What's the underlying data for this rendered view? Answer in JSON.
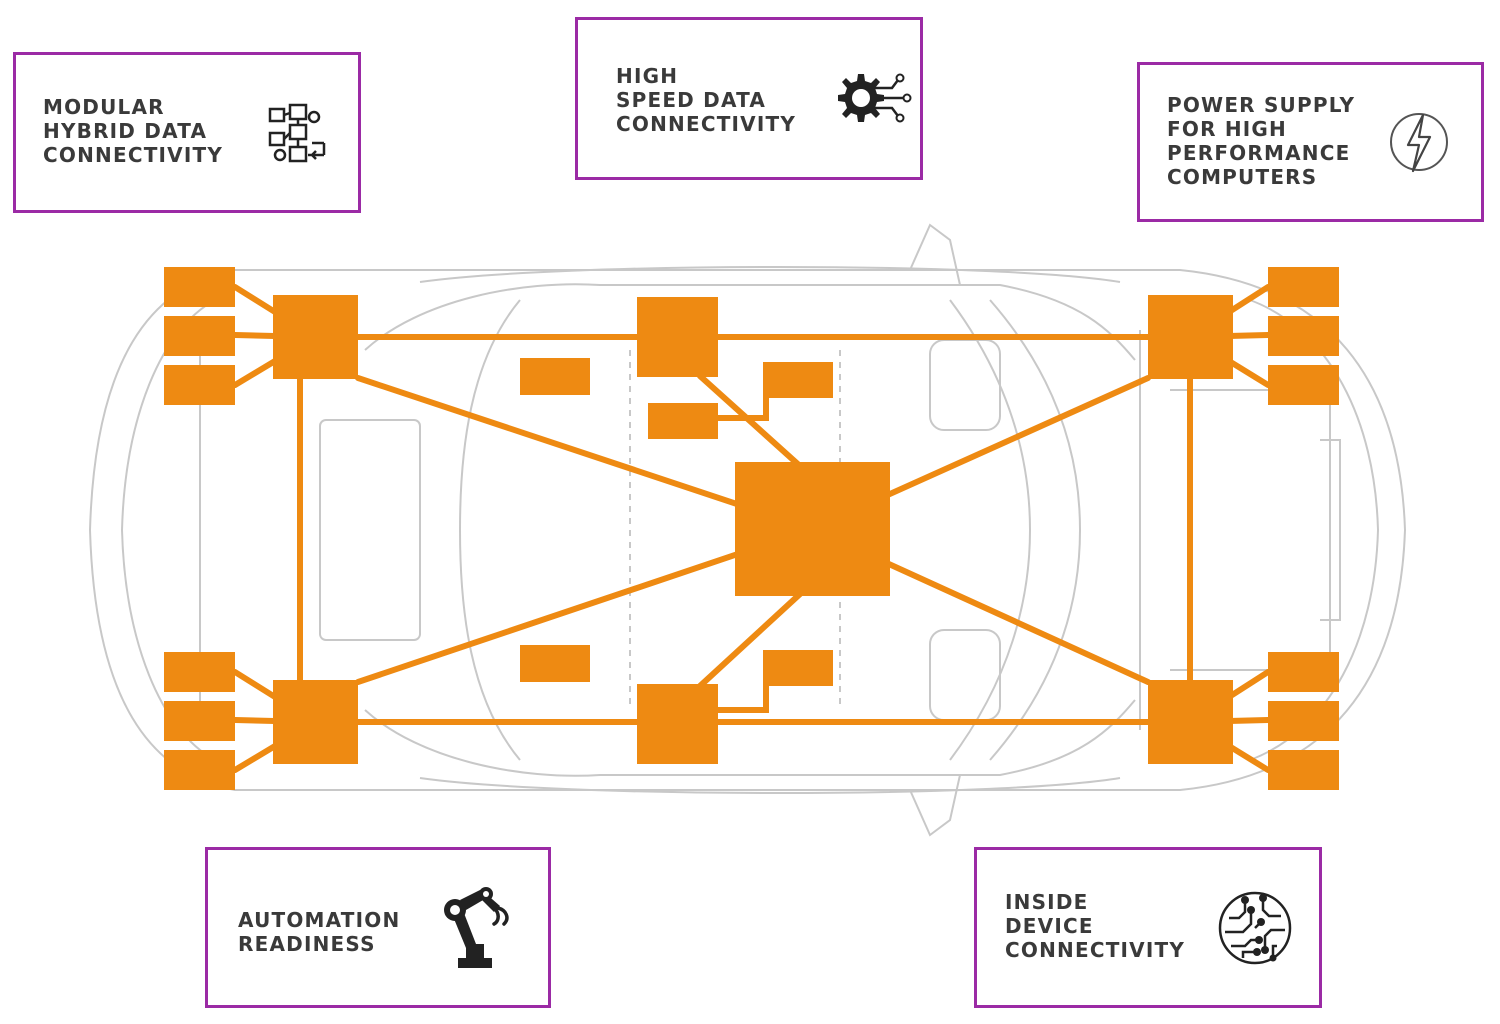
{
  "colors": {
    "accent_orange": "#ee8a12",
    "frame_purple": "#9b2aa5",
    "text_dark": "#3a3a3a",
    "car_line": "#c8c8c8",
    "icon_dark": "#222222"
  },
  "features": {
    "modular": {
      "lines": [
        "MODULAR",
        "HYBRID DATA",
        "CONNECTIVITY"
      ],
      "icon": "modular-blocks-icon"
    },
    "highspeed": {
      "lines": [
        "HIGH",
        "SPEED DATA",
        "CONNECTIVITY"
      ],
      "icon": "gear-circuit-icon"
    },
    "power": {
      "lines": [
        "POWER SUPPLY",
        "FOR HIGH",
        "PERFORMANCE",
        "COMPUTERS"
      ],
      "icon": "lightning-icon"
    },
    "automation": {
      "lines": [
        "AUTOMATION",
        "READINESS"
      ],
      "icon": "robot-arm-icon"
    },
    "inside": {
      "lines": [
        "INSIDE",
        "DEVICE",
        "CONNECTIVITY"
      ],
      "icon": "circuit-chip-icon"
    }
  }
}
